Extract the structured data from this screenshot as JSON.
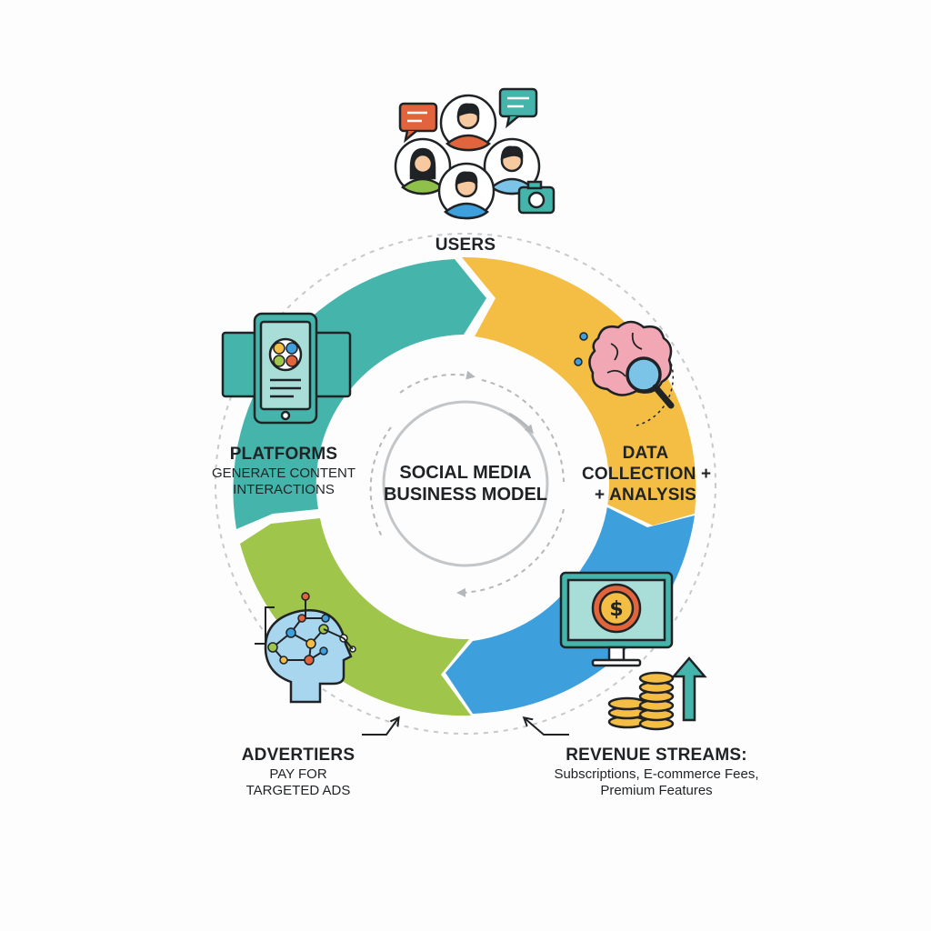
{
  "diagram": {
    "center": {
      "line1": "SOCIAL MEDIA",
      "line2": "BUSINESS MODEL"
    },
    "users": {
      "title": "USERS"
    },
    "platforms": {
      "title": "PLATFORMS",
      "line1": "GENERATE CONTENT",
      "line2": "INTERACTIONS"
    },
    "data": {
      "line1": "DATA",
      "line2": "COLLECTION +",
      "line3": "+ ANALYSIS"
    },
    "advertisers": {
      "title": "ADVERTIERS",
      "line1": "PAY FOR",
      "line2": "TARGETED ADS"
    },
    "revenue": {
      "title": "REVENUE STREAMS:",
      "line1": "Subscriptions, E-commerce Fees,",
      "line2": "Premium Features"
    },
    "icons": [
      "users-group-icon",
      "chat-bubble-icon",
      "camera-icon",
      "smartphone-icon",
      "brain-magnifier-icon",
      "monitor-dollar-icon",
      "coins-icon",
      "arrow-up-icon",
      "ai-head-network-icon"
    ],
    "colors": {
      "teal": "#45b5ac",
      "yellow": "#f4bd43",
      "blue": "#3d9fdc",
      "green": "#9fc54a",
      "orange": "#e2643c",
      "outline": "#1f2326"
    }
  }
}
